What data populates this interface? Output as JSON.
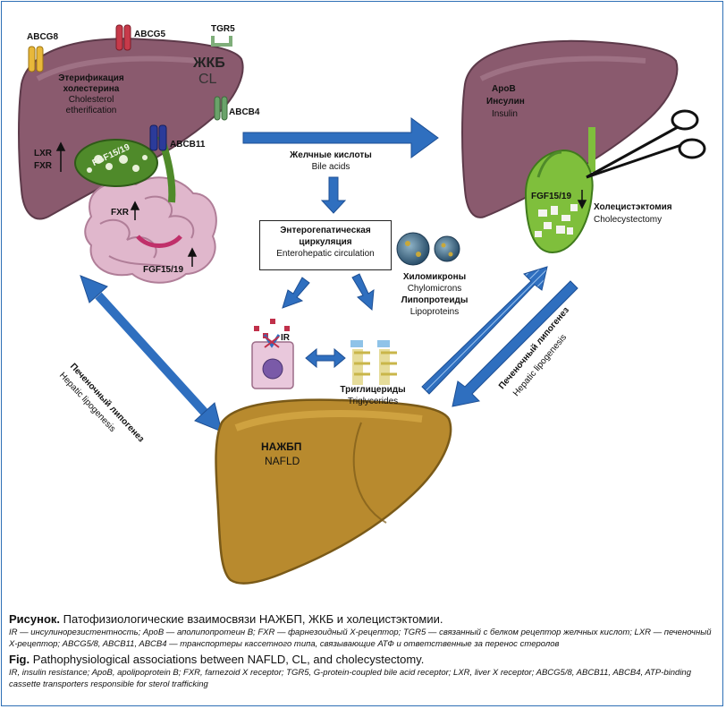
{
  "labels": {
    "abcg8": "ABCG8",
    "abcg5": "ABCG5",
    "tgr5": "TGR5",
    "jkb": "ЖКБ",
    "cl": "CL",
    "abcb4": "ABCB4",
    "abcb11": "ABCB11",
    "esterification_ru_1": "Этерификация",
    "esterification_ru_2": "холестерина",
    "esterification_en_1": "Cholesterol",
    "esterification_en_2": "etherification",
    "lxr": "LXR",
    "fxr": "FXR",
    "fgf_liver": "FGF15/19",
    "fxr_intestine": "FXR",
    "fgf_intestine": "FGF15/19",
    "bile_acids_ru": "Желчные кислоты",
    "bile_acids_en": "Bile acids",
    "ehc_ru_1": "Энтерогепатическая",
    "ehc_ru_2": "циркуляция",
    "ehc_en": "Enterohepatic circulation",
    "chylo_ru": "Хиломикроны",
    "chylo_en": "Chylomicrons",
    "lipo_ru": "Липопротеиды",
    "lipo_en": "Lipoproteins",
    "ir": "IR",
    "trig_ru": "Триглицериды",
    "trig_en": "Triglycerides",
    "apob": "АроВ",
    "insulin_ru": "Инсулин",
    "insulin_en": "Insulin",
    "fgf_right": "FGF15/19",
    "chole_ru": "Холецистэктомия",
    "chole_en": "Cholecystectomy",
    "lipo_left_ru": "Печеночный липогенез",
    "lipo_left_en": "Hepatic lipogenesis",
    "lipo_right_ru": "Печеночный липогенез",
    "lipo_right_en": "Hepatic lipogenesis",
    "nafld_ru": "НАЖБП",
    "nafld_en": "NAFLD"
  },
  "caption": {
    "ru_prefix": "Рисунок.",
    "ru_title": " Патофизиологические взаимосвязи НАЖБП, ЖКБ и холецистэктомии.",
    "ru_abbr": "IR — инсулинорезистентность; АроВ — аполипопротеин В; FXR — фарнезоидный Х-рецептор; TGR5 — связанный с белком рецептор желчных кислот; LXR — печеночный Х-рецептор; ABCG5/8, ABCB11, ABCB4 — транспортеры кассетного типа, связывающие АТФ и ответственные за перенос стеролов",
    "en_prefix": "Fig.",
    "en_title": " Pathophysiological associations between NAFLD, CL, and cholecystectomy.",
    "en_abbr": "IR, insulin resistance; ApoB, apolipoprotein B; FXR, farnezoid X receptor; TGR5, G-protein-coupled bile acid receptor; LXR, liver X receptor; ABCG5/8, ABCB11, ABCB4, ATP-binding cassette transporters responsible for sterol trafficking"
  },
  "colors": {
    "liver": "#8a5a6e",
    "liver_dark": "#6e4356",
    "liver_light": "#a77b8d",
    "fatty_liver": "#b88a2e",
    "fatty_liver_light": "#d4a845",
    "gallbladder": "#4f8a2a",
    "gallbladder_light": "#7fbf3c",
    "intestine": "#e0b7cc",
    "intestine_dark": "#b07e98",
    "arrow": "#2f6fbf",
    "arrow_dark": "#1d4f94",
    "frame": "#2e6fb5"
  }
}
